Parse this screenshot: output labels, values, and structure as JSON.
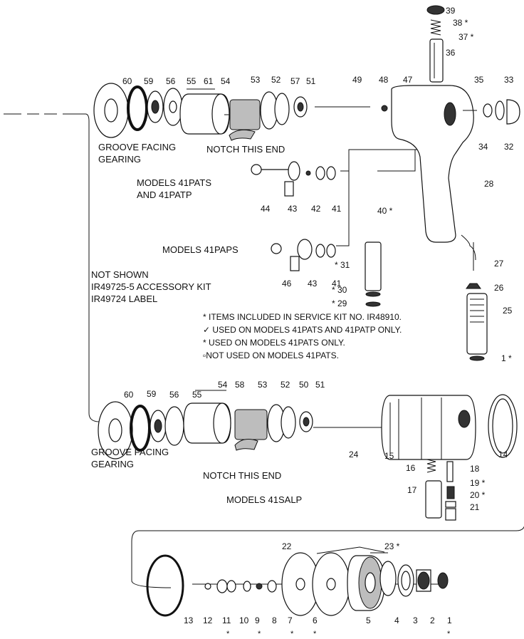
{
  "part_labels": {
    "p39": "39",
    "p38": "38 *",
    "p37": "37 *",
    "p36": "36",
    "p60a": "60",
    "p59a": "59",
    "p56a": "56",
    "p55a": "55",
    "p61": "61",
    "p54a": "54",
    "p53a": "53",
    "p52a": "52",
    "p57": "57",
    "p51a": "51",
    "p49": "49",
    "p48": "48",
    "p47": "47",
    "p35": "35",
    "p33": "33",
    "p34": "34",
    "p32": "32",
    "p28": "28",
    "p44": "44",
    "p43a": "43",
    "p42": "42",
    "p41a": "41",
    "p40": "40 *",
    "p46": "46",
    "p43b": "43",
    "p41b": "41",
    "p31": "* 31",
    "p27": "27",
    "p30": "* 30",
    "p26": "26",
    "p29": "* 29",
    "p25": "25",
    "p1a": "1 *",
    "p60b": "60",
    "p59b": "59",
    "p56b": "56",
    "p55b": "55",
    "p54b": "54",
    "p58": "58",
    "p53b": "53",
    "p52b": "52",
    "p50": "50",
    "p51b": "51",
    "p24": "24",
    "p15": "15",
    "p14": "14",
    "p16": "16",
    "p18": "18",
    "p19": "19 *",
    "p17": "17",
    "p20": "20 *",
    "p21": "21",
    "p22": "22",
    "p23": "23 *",
    "p13": "13",
    "p12": "12",
    "p11": "11",
    "p10": "10",
    "p9": "9",
    "p8": "8",
    "p7": "7",
    "p6": "6",
    "p5": "5",
    "p4": "4",
    "p3": "3",
    "p2": "2",
    "p1b": "1"
  },
  "captions": {
    "groove1": "GROOVE FACING",
    "gearing1": "GEARING",
    "notch1": "NOTCH THIS END",
    "models_pats_1": "MODELS 41PATS",
    "models_pats_2": "AND 41PATP",
    "models_paps": "MODELS 41PAPS",
    "not_shown": "NOT SHOWN",
    "kit": "IR49725-5 ACCESSORY KIT",
    "label": "IR49724 LABEL",
    "groove2": "GROOVE FACING",
    "gearing2": "GEARING",
    "notch2": "NOTCH THIS END",
    "models_salp": "MODELS 41SALP"
  },
  "legend": [
    "* ITEMS INCLUDED IN SERVICE KIT NO. IR48910.",
    "USED ON MODELS 41PATS AND 41PATP ONLY.",
    "* USED ON MODELS 41PATS ONLY.",
    "NOT USED ON MODELS 41PATS."
  ],
  "marks": {
    "star": "*",
    "check": "✓",
    "square": "▫"
  }
}
